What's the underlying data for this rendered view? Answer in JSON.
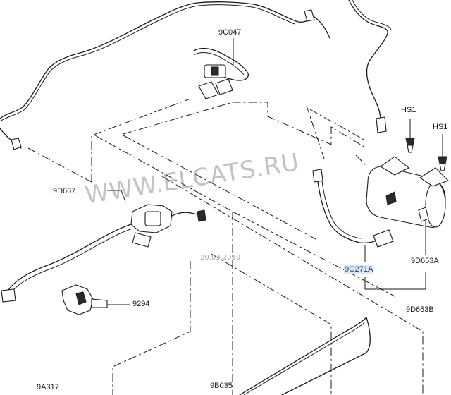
{
  "labels": {
    "9C047": "9C047",
    "HS1_a": "HS1",
    "HS1_b": "HS1",
    "9D667": "9D667",
    "9G271A": "9G271A",
    "9D653A": "9D653A",
    "9D653B": "9D653B",
    "9294": "9294",
    "9A317": "9A317",
    "9B035": "9B035"
  },
  "watermark": {
    "text": "WWW.ELCATS.RU",
    "date": "20.03.2019"
  },
  "colors": {
    "line": "#1a1a1a",
    "highlight_label_bg": "#dbe6f7",
    "highlight_label_text": "#1d3d8a"
  }
}
